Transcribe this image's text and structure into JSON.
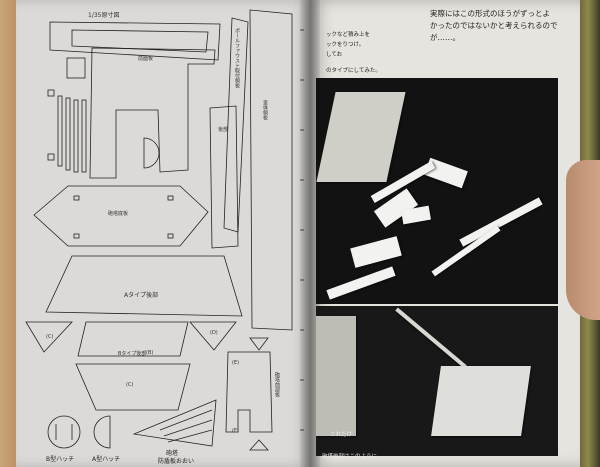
{
  "left_page": {
    "scale_title": "1/35原寸図",
    "parts": {
      "front_plate": "前面板",
      "turret_bottom": "砲塔底板",
      "turret_front_side": "ポールファウスト取付側板",
      "turret_side": "車体側板",
      "rear": "後部",
      "a_type_rear": "Aタイプ後部",
      "b_type_rear": "Bタイプ後部",
      "b_type_rear_sub": "(B)",
      "c_label": "(C)",
      "rear_hull_plate": "砲塔前部板",
      "hatch_b": "B型ハッチ",
      "hatch_a": "A型ハッチ",
      "cover": "砲塔",
      "cover_sub": "防盾板おおい",
      "tiny_c": "(C)",
      "tiny_d": "(D)",
      "tiny_e": "(E)",
      "tiny_f": "(F)"
    }
  },
  "right_page": {
    "top_line_1": "実際にはこの形式のほうがずっとよ",
    "top_line_2": "かったのではないかと考えられるので",
    "top_line_3": "が……。",
    "photo1_caption_1": "ックなど積み上を",
    "photo1_caption_2": "ックをりつけ。",
    "photo1_caption_3": "してお",
    "photo1_caption_4": "のタイプにしてみた。",
    "photo2_caption": "砲塔後部はこのように",
    "photo2_caption_2": "これだけ"
  }
}
